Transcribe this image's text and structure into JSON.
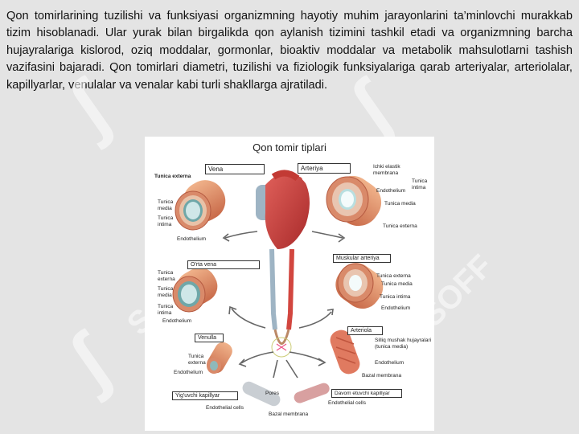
{
  "paragraph": "Qon tomirlarining tuzilishi va funksiyasi organizmning hayotiy muhim jarayonlarini ta’minlovchi murakkab tizim hisoblanadi. Ular yurak bilan birgalikda qon aylanish tizimini tashkil etadi va organizmning barcha hujayralariga kislorod, oziq moddalar, gormonlar, bioaktiv moddalar va metabolik mahsulotlarni tashish vazifasini bajaradi. Qon tomirlari diametri, tuzilishi va fiziologik funksiyalariga qarab arteriyalar, arteriolalar, kapillyarlar, venulalar va venalar kabi turli shakllarga ajratiladi.",
  "watermark": {
    "text": "SOFF",
    "color": "#ffffff"
  },
  "figure": {
    "title": "Qon tomir tiplari",
    "boxes": {
      "vena": "Vena",
      "arteriya": "Arteriya",
      "orta_vena": "O'rta vena",
      "muskular_arteriya": "Muskular arteriya",
      "venulla": "Venulla",
      "arteriola": "Arteriola",
      "yiguvchi_kapillyar": "Yig'uvchi kapillyar",
      "davom_etuvchi_kapillyar": "Davom etuvchi kapillyar"
    },
    "labels": {
      "tunica_externa_top": "Tunica externa",
      "tunica_media_left": "Tunica media",
      "tunica_intima_left": "Tunica intima",
      "endothelium_left": "Endothelium",
      "ichki_elastik": "Ichki elastik membrana",
      "endothelium_art": "Endothelium",
      "tunica_intima_art": "Tunica intima",
      "tunica_media_art": "Tunica media",
      "tunica_externa_art": "Tunica externa",
      "tunica_externa_ov": "Tunica externa",
      "tunica_media_ov": "Tunica media",
      "tunica_intima_ov": "Tunica intima",
      "endothelium_ov": "Endothelium",
      "tunica_externa_ma": "Tunica externa",
      "tunica_media_ma": "Tunica media",
      "tunica_intima_ma": "Tunica intima",
      "endothelium_ma": "Endothelium",
      "tunica_externa_vl": "Tunica externa",
      "endothelium_vl": "Endothelium",
      "silliq_mushak": "Silliq mushak hujayralari (tunica media)",
      "endothelium_ao": "Endothelium",
      "bazal_membrana_ao": "Bazal membrana",
      "pores": "Pores",
      "endothelial_cells_left": "Endothelial cells",
      "endothelial_cells_right": "Endothelial cells",
      "bazal_membrana_bottom": "Bazal membrana"
    }
  }
}
